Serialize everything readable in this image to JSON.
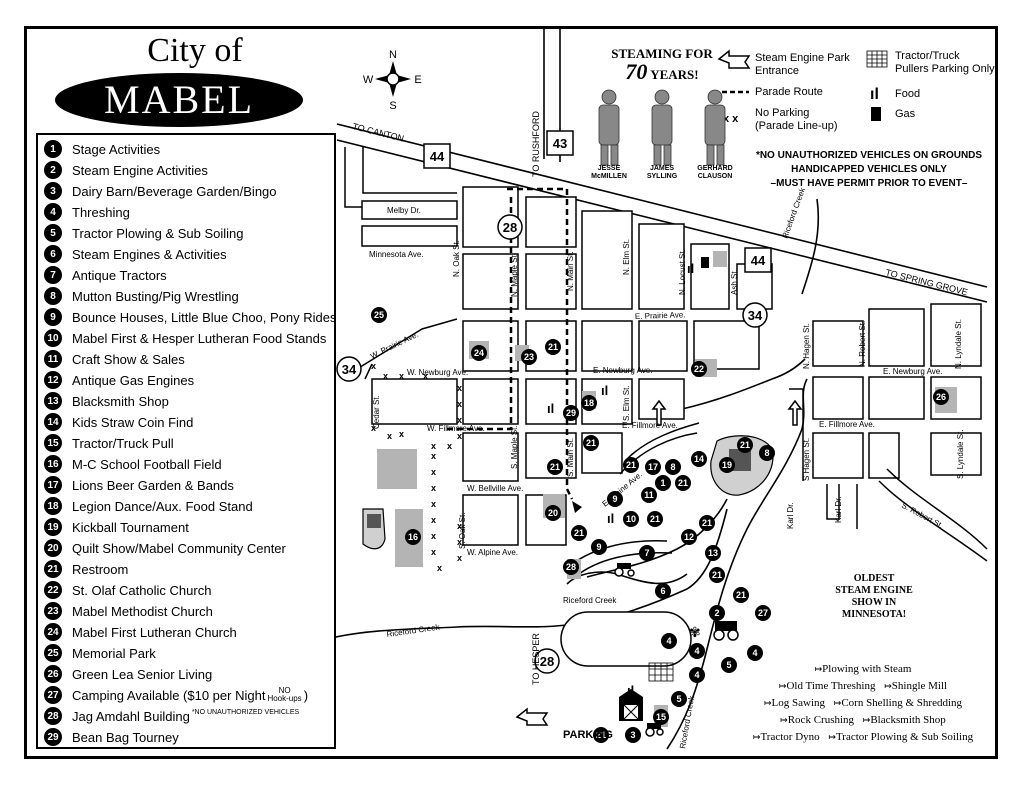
{
  "title": {
    "line1": "City of",
    "line2": "MABEL"
  },
  "compass": {
    "n": "N",
    "s": "S",
    "e": "E",
    "w": "W"
  },
  "legend_items": [
    {
      "num": "1",
      "label": "Stage Activities"
    },
    {
      "num": "2",
      "label": "Steam Engine Activities"
    },
    {
      "num": "3",
      "label": "Dairy Barn/Beverage Garden/Bingo"
    },
    {
      "num": "4",
      "label": "Threshing"
    },
    {
      "num": "5",
      "label": "Tractor Plowing & Sub Soiling"
    },
    {
      "num": "6",
      "label": "Steam Engines & Activities"
    },
    {
      "num": "7",
      "label": "Antique Tractors"
    },
    {
      "num": "8",
      "label": "Mutton Busting/Pig Wrestling"
    },
    {
      "num": "9",
      "label": "Bounce Houses, Little Blue Choo, Pony Rides"
    },
    {
      "num": "10",
      "label": "Mabel First & Hesper Lutheran Food Stands"
    },
    {
      "num": "11",
      "label": "Craft Show & Sales"
    },
    {
      "num": "12",
      "label": "Antique Gas Engines"
    },
    {
      "num": "13",
      "label": "Blacksmith Shop"
    },
    {
      "num": "14",
      "label": "Kids Straw Coin Find"
    },
    {
      "num": "15",
      "label": "Tractor/Truck Pull"
    },
    {
      "num": "16",
      "label": "M-C School Football Field"
    },
    {
      "num": "17",
      "label": "Lions Beer Garden & Bands"
    },
    {
      "num": "18",
      "label": "Legion Dance/Aux. Food Stand"
    },
    {
      "num": "19",
      "label": "Kickball Tournament"
    },
    {
      "num": "20",
      "label": "Quilt Show/Mabel Community Center"
    },
    {
      "num": "21",
      "label": "Restroom"
    },
    {
      "num": "22",
      "label": "St. Olaf Catholic Church"
    },
    {
      "num": "23",
      "label": "Mabel Methodist Church"
    },
    {
      "num": "24",
      "label": "Mabel First Lutheran Church"
    },
    {
      "num": "25",
      "label": "Memorial Park"
    },
    {
      "num": "26",
      "label": "Green Lea Senior Living"
    },
    {
      "num": "27",
      "label": "Camping Available ($10 per Night",
      "note_top": "NO",
      "note_bottom": "Hook-ups",
      "suffix": ")",
      "sub": "*NO UNAUTHORIZED VEHICLES"
    },
    {
      "num": "28",
      "label": "Jag Amdahl Building"
    },
    {
      "num": "29",
      "label": "Bean Bag Tourney"
    }
  ],
  "map_legend": {
    "steam_park": "Steam Engine Park Entrance",
    "parade_route": "Parade Route",
    "no_parking": "No Parking",
    "no_parking_sub": "(Parade Line-up)",
    "pullers_parking": "Tractor/Truck Pullers Parking Only",
    "food": "Food",
    "gas": "Gas"
  },
  "steaming": {
    "line1": "STEAMING FOR",
    "years_num": "70",
    "years_word": "YEARS!"
  },
  "people": [
    {
      "first": "JESSE",
      "last": "McMILLEN"
    },
    {
      "first": "JAMES",
      "last": "SYLLING"
    },
    {
      "first": "GERHARD",
      "last": "CLAUSON"
    }
  ],
  "notice": {
    "line1": "*NO UNAUTHORIZED VEHICLES ON GROUNDS",
    "line2": "HANDICAPPED VEHICLES ONLY",
    "line3": "–MUST HAVE PERMIT PRIOR TO EVENT–"
  },
  "roads": {
    "to_canton": "TO CANTON",
    "to_rushford": "TO RUSHFORD",
    "to_spring_grove": "TO SPRING GROVE",
    "to_hesper": "TO HESPER",
    "melby": "Melby Dr.",
    "minnesota": "Minnesota Ave.",
    "prairie_e": "E. Prairie Ave.",
    "prairie_w": "W. Prairie Ave.",
    "newburg_w": "W. Newburg Ave.",
    "newburg_e": "E. Newburg Ave.",
    "newburg_e2": "E. Newburg Ave.",
    "fillmore_w": "W. Fillmore Ave.",
    "fillmore_e": "E. Fillmore Ave.",
    "fillmore_e2": "E. Fillmore Ave.",
    "bellville": "W. Bellville Ave.",
    "alpine_w": "W. Alpine Ave.",
    "alpine_e": "E. Alpine Ave.",
    "oak_n": "N. Oak St.",
    "oak_s": "S. Oak St.",
    "maple_n": "N. Maple St.",
    "maple_s": "S. Maple St.",
    "main_n": "N. Main St.",
    "main_s": "S. Main St.",
    "elm_n": "N. Elm St.",
    "elm_s": "S. Elm St.",
    "locust_n": "N. Locust St.",
    "ash": "Ash St.",
    "cedar": "Cedar St.",
    "hagen_n": "N. Hagen St.",
    "hagen_s": "S Hagen St.",
    "robert_n": "N. Robert St.",
    "robert_s": "S. Robert St.",
    "lyndale_n": "N. Lyndale St.",
    "lyndale_s": "S. Lyndale St.",
    "karl_1": "Karl Dr.",
    "karl_2": "Karl Dr.",
    "riceford_1": "Riceford Creek",
    "riceford_2": "Riceford Creek",
    "riceford_3": "Riceford Creek",
    "riceford_4": "Riceford Creek"
  },
  "shields": {
    "h44a": "44",
    "h44b": "44",
    "h43": "43",
    "h28a": "28",
    "h28b": "28",
    "h34a": "34",
    "h34b": "34"
  },
  "markers": {
    "m1": "1",
    "m2": "2",
    "m3": "3",
    "m4a": "4",
    "m4b": "4",
    "m4c": "4",
    "m4d": "4",
    "m5a": "5",
    "m5b": "5",
    "m6": "6",
    "m7": "7",
    "m8a": "8",
    "m8b": "8",
    "m9a": "9",
    "m9b": "9",
    "m10": "10",
    "m11": "11",
    "m12": "12",
    "m13": "13",
    "m14": "14",
    "m15": "15",
    "m16": "16",
    "m17": "17",
    "m18": "18",
    "m19": "19",
    "m20": "20",
    "m21a": "21",
    "m21b": "21",
    "m21c": "21",
    "m21d": "21",
    "m21e": "21",
    "m21f": "21",
    "m21g": "21",
    "m21h": "21",
    "m21i": "21",
    "m21j": "21",
    "m21k": "21",
    "m21l": "21",
    "m22": "22",
    "m23": "23",
    "m24": "24",
    "m25": "25",
    "m26": "26",
    "m27": "27",
    "m28": "28",
    "m29": "29"
  },
  "oldest": {
    "line1": "OLDEST",
    "line2": "STEAM ENGINE",
    "line3": "SHOW IN",
    "line4": "MINNESOTA!"
  },
  "activities": [
    "Plowing with Steam",
    "Old Time Threshing",
    "Shingle Mill",
    "Log Sawing",
    "Corn Shelling & Shredding",
    "Rock Crushing",
    "Blacksmith Shop",
    "Tractor Dyno",
    "Tractor Plowing & Sub Soiling"
  ],
  "parking": "PARKING"
}
